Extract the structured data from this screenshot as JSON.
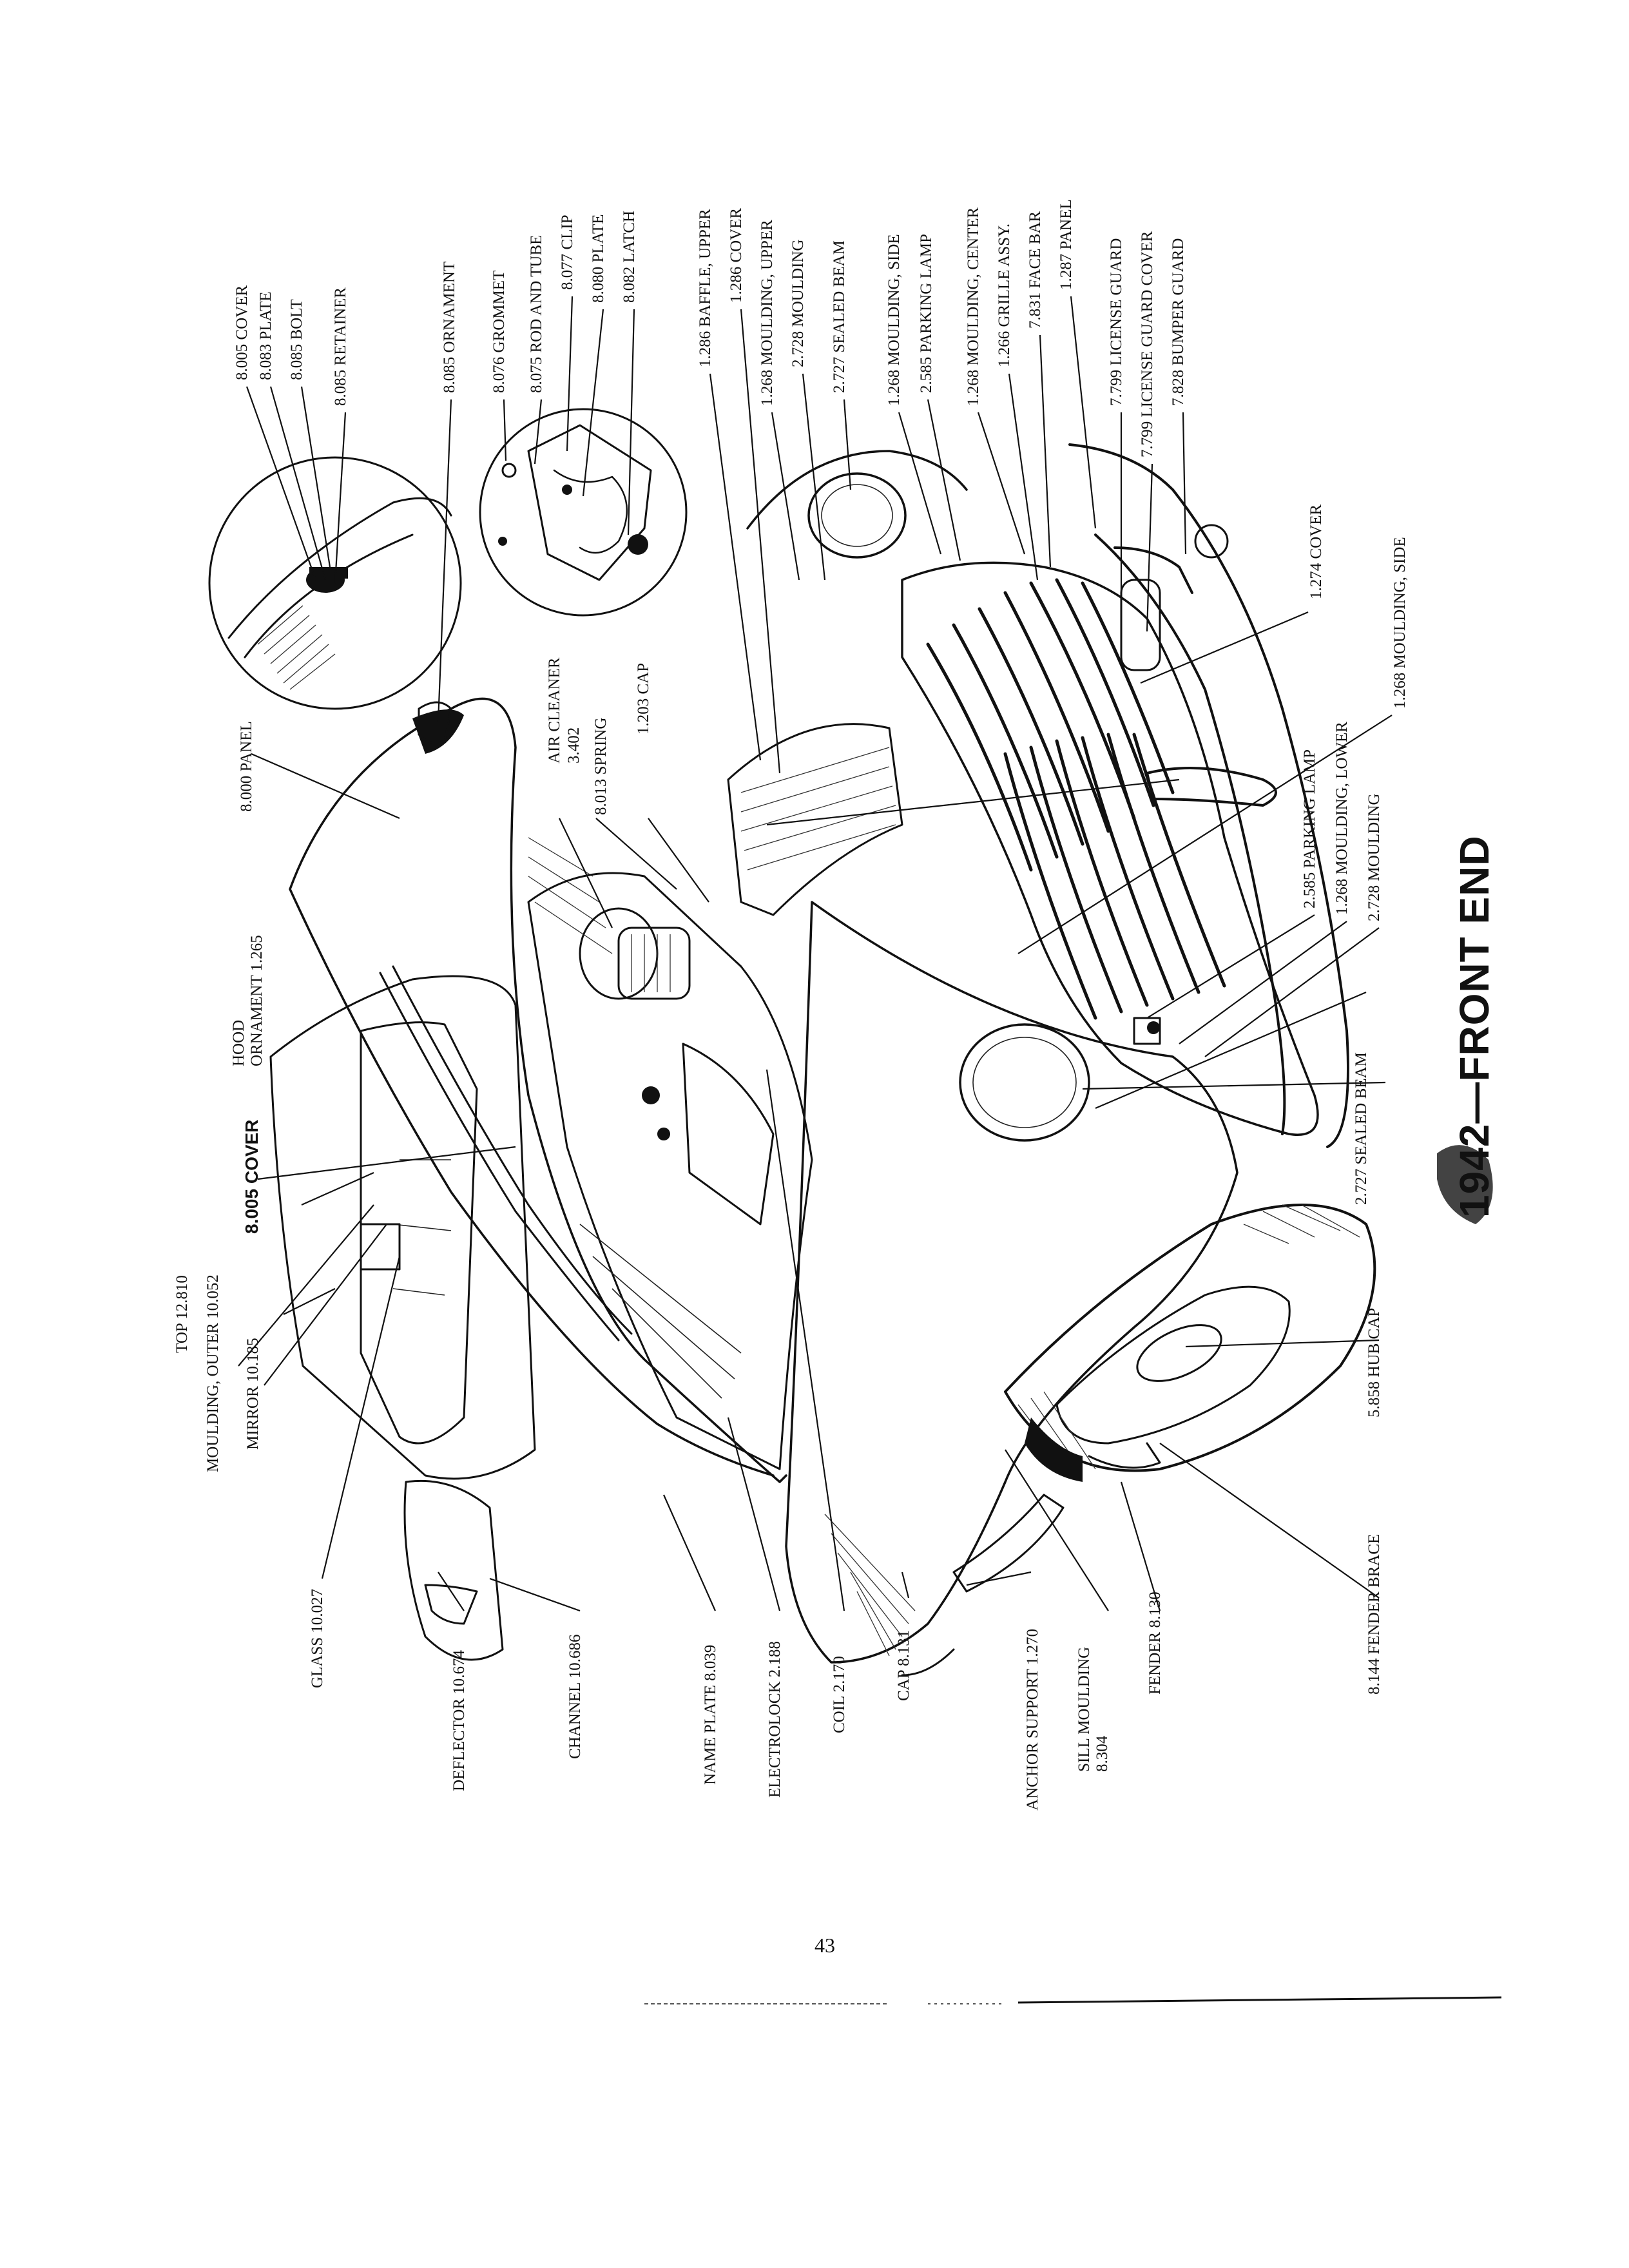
{
  "page": {
    "title": "1942—FRONT END",
    "page_number": "43"
  },
  "labels_top": [
    {
      "id": "cover-8005-top",
      "text": "8.005 COVER"
    },
    {
      "id": "plate-8083",
      "text": "8.083 PLATE"
    },
    {
      "id": "bolt-8085",
      "text": "8.085 BOLT"
    },
    {
      "id": "retainer-8085",
      "text": "8.085 RETAINER"
    },
    {
      "id": "ornament-8085",
      "text": "8.085 ORNAMENT"
    },
    {
      "id": "grommet-8076",
      "text": "8.076 GROMMET"
    },
    {
      "id": "rod-tube-8075",
      "text": "8.075 ROD AND TUBE"
    },
    {
      "id": "clip-8077",
      "text": "8.077 CLIP"
    },
    {
      "id": "plate-8080",
      "text": "8.080 PLATE"
    },
    {
      "id": "latch-8082",
      "text": "8.082 LATCH"
    },
    {
      "id": "baffle-upper",
      "text": "1.286 BAFFLE, UPPER"
    },
    {
      "id": "cover-1286",
      "text": "1.286 COVER"
    },
    {
      "id": "moulding-upper",
      "text": "1.268 MOULDING, UPPER"
    },
    {
      "id": "moulding-2728-top",
      "text": "2.728 MOULDING"
    },
    {
      "id": "sealed-beam-top",
      "text": "2.727 SEALED BEAM"
    },
    {
      "id": "moulding-side-top",
      "text": "1.268 MOULDING, SIDE"
    },
    {
      "id": "parking-lamp-top",
      "text": "2.585 PARKING LAMP"
    },
    {
      "id": "moulding-center",
      "text": "1.268 MOULDING, CENTER"
    },
    {
      "id": "grille-assy",
      "text": "1.266 GRILLE ASSY."
    },
    {
      "id": "face-bar",
      "text": "7.831 FACE BAR"
    },
    {
      "id": "panel-1287",
      "text": "1.287 PANEL"
    },
    {
      "id": "license-guard",
      "text": "7.799 LICENSE GUARD"
    },
    {
      "id": "license-guard-cover",
      "text": "7.799 LICENSE GUARD COVER"
    },
    {
      "id": "bumper-guard",
      "text": "7.828 BUMPER GUARD"
    }
  ],
  "labels_mid": [
    {
      "id": "panel-8000",
      "text": "8.000 PANEL"
    },
    {
      "id": "air-cleaner-1",
      "text": "AIR CLEANER"
    },
    {
      "id": "air-cleaner-2",
      "text": "3.402"
    },
    {
      "id": "spring-8013",
      "text": "8.013 SPRING"
    },
    {
      "id": "cap-1203",
      "text": "1.203 CAP"
    },
    {
      "id": "cover-1274",
      "text": "1.274 COVER"
    },
    {
      "id": "moulding-side-right",
      "text": "1.268 MOULDING, SIDE"
    },
    {
      "id": "parking-lamp-mid",
      "text": "2.585 PARKING LAMP"
    },
    {
      "id": "moulding-lower",
      "text": "1.268 MOULDING, LOWER"
    },
    {
      "id": "moulding-2728-mid",
      "text": "2.728 MOULDING"
    },
    {
      "id": "sealed-beam-mid",
      "text": "2.727 SEALED BEAM"
    },
    {
      "id": "hood-ornament-1",
      "text": "HOOD"
    },
    {
      "id": "hood-ornament-2",
      "text": "ORNAMENT 1.265"
    },
    {
      "id": "cover-8005-left",
      "text": "8.005 COVER"
    },
    {
      "id": "hub-cap",
      "text": "5.858 HUB CAP"
    },
    {
      "id": "fender-brace",
      "text": "8.144 FENDER BRACE"
    }
  ],
  "labels_left": [
    {
      "id": "top-12810",
      "text": "TOP 12.810"
    },
    {
      "id": "moulding-outer",
      "text": "MOULDING, OUTER 10.052"
    },
    {
      "id": "mirror",
      "text": "MIRROR 10.185"
    },
    {
      "id": "glass",
      "text": "GLASS 10.027"
    },
    {
      "id": "deflector",
      "text": "DEFLECTOR 10.674"
    },
    {
      "id": "channel",
      "text": "CHANNEL 10.686"
    },
    {
      "id": "name-plate",
      "text": "NAME PLATE 8.039"
    },
    {
      "id": "electrolock",
      "text": "ELECTROLOCK 2.188"
    },
    {
      "id": "coil",
      "text": "COIL 2.170"
    },
    {
      "id": "cap-8131",
      "text": "CAP 8.131"
    },
    {
      "id": "anchor-support",
      "text": "ANCHOR SUPPORT 1.270"
    },
    {
      "id": "sill-moulding-1",
      "text": "SILL MOULDING"
    },
    {
      "id": "sill-moulding-2",
      "text": "8.304"
    },
    {
      "id": "fender-8130",
      "text": "FENDER 8.130"
    }
  ]
}
